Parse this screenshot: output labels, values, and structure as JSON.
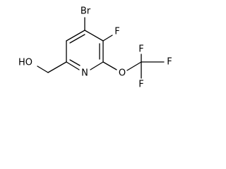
{
  "molecule": {
    "atoms": {
      "br": "Br",
      "f_ring": "F",
      "n": "N",
      "o_ether": "O",
      "f_top": "F",
      "f_right": "F",
      "f_bottom": "F",
      "ho": "HO"
    }
  }
}
